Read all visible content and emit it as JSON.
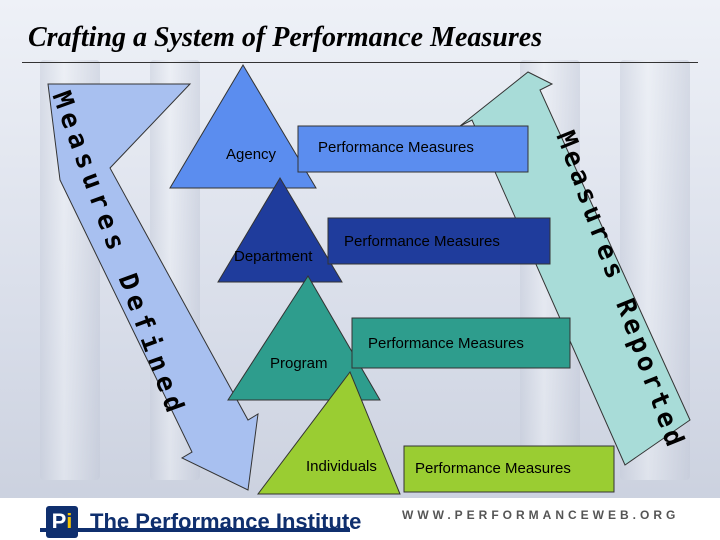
{
  "slide": {
    "title": "Crafting a System of Performance Measures",
    "left_arrow_letters": [
      "M",
      "e",
      "a",
      "s",
      "u",
      "r",
      "e",
      "s",
      " ",
      "D",
      "e",
      "f",
      "i",
      "n",
      "e",
      "d"
    ],
    "right_arrow_letters": [
      "M",
      "e",
      "a",
      "s",
      "u",
      "r",
      "e",
      "s",
      " ",
      "R",
      "e",
      "p",
      "o",
      "r",
      "t",
      "e",
      "d"
    ],
    "levels": [
      {
        "label": "Agency",
        "color": "#5b8def"
      },
      {
        "label": "Department",
        "color": "#1f3c9c"
      },
      {
        "label": "Program",
        "color": "#2e9d8d"
      },
      {
        "label": "Individuals",
        "color": "#9acd32"
      }
    ],
    "measure_boxes": [
      {
        "label": "Performance Measures",
        "color": "#5b8def"
      },
      {
        "label": "Performance Measures",
        "color": "#1f3c9c"
      },
      {
        "label": "Performance Measures",
        "color": "#2e9d8d"
      },
      {
        "label": "Performance Measures",
        "color": "#9acd32"
      }
    ],
    "arrow_colors": {
      "defined": "#a8c0f0",
      "reported": "#a8dcd8"
    }
  },
  "footer": {
    "logo_mark_p": "P",
    "logo_mark_i": "i",
    "logo_text": "The Performance Institute",
    "url": "WWW.PERFORMANCEWEB.ORG"
  }
}
